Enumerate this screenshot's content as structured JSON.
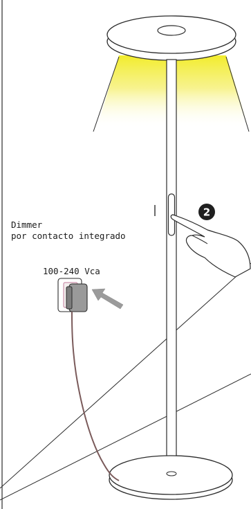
{
  "labels": {
    "dimmer_line1": "Dimmer",
    "dimmer_line2": "por contacto integrado",
    "voltage": "100-240 Vca"
  },
  "step_badge": "2",
  "colors": {
    "light_glow": "#f5ef3a",
    "line": "#2b2b2b",
    "badge": "#1f1f1f",
    "cable": "#7a5a5a"
  }
}
